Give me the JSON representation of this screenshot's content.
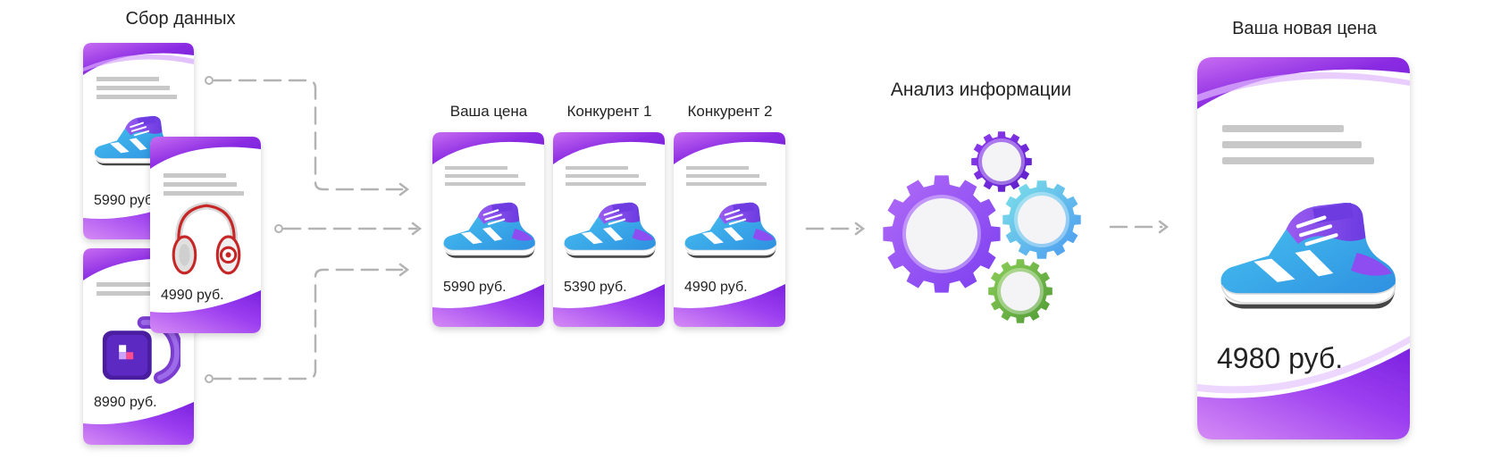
{
  "sections": {
    "collect_title": "Сбор данных",
    "compare": {
      "your_price": "Ваша цена",
      "competitor1": "Конкурент 1",
      "competitor2": "Конкурент 2"
    },
    "analysis_title": "Анализ информации",
    "new_price_title": "Ваша новая цена"
  },
  "source_cards": {
    "sneaker_price": "5990 руб.",
    "headphones_price": "4990 руб.",
    "watch_price": "8990 руб."
  },
  "compare_cards": {
    "your_price": "5990 руб.",
    "competitor1_price": "5390 руб.",
    "competitor2_price": "4990 руб."
  },
  "result_card": {
    "price": "4980 руб."
  },
  "colors": {
    "purple": "#8a2be2",
    "violet": "#a855f7",
    "cyan": "#5fd3e6",
    "green": "#6db33f",
    "connector": "#b3b3b3",
    "text_lines": "#c8c8c8"
  }
}
